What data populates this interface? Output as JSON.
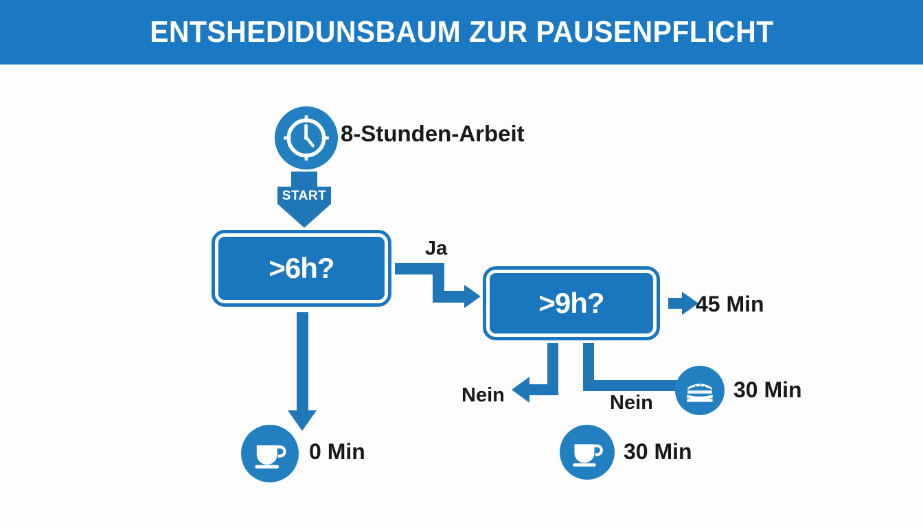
{
  "header": {
    "title": "ENTSHEDIDUNSBAUM ZUR PAUSENPFLICHT",
    "bg_color": "#1b79c3",
    "text_color": "#ffffff"
  },
  "colors": {
    "accent_blue": "#1b77bd",
    "arrow_blue": "#2077b8",
    "icon_blue": "#2380c0",
    "page_bg": "#fdfdfd",
    "text_dark": "#16181a",
    "text_light": "#ffffff"
  },
  "start": {
    "icon": "clock-icon",
    "label": "8-Stunden-Arbeit",
    "arrow_caption": "START"
  },
  "decisions": [
    {
      "id": "d1",
      "question": ">6h?"
    },
    {
      "id": "d2",
      "question": ">9h?"
    }
  ],
  "edges": [
    {
      "id": "e-ja",
      "label": "Ja",
      "from": "d1",
      "to": "d2"
    },
    {
      "id": "e-nein1",
      "label": "Nein",
      "from": "d2",
      "to": "o-coffee-30"
    },
    {
      "id": "e-nein2",
      "label": "Nein",
      "from": "d2",
      "to": "o-sandwich-30"
    }
  ],
  "outcomes": [
    {
      "id": "o-coffee-0",
      "icon": "coffee-cup-icon",
      "label": "0 Min"
    },
    {
      "id": "o-45",
      "icon": "arrow-right-icon",
      "label": "45 Min"
    },
    {
      "id": "o-sandwich-30",
      "icon": "sandwich-icon",
      "label": "30 Min"
    },
    {
      "id": "o-coffee-30",
      "icon": "coffee-cup-icon",
      "label": "30 Min"
    }
  ]
}
